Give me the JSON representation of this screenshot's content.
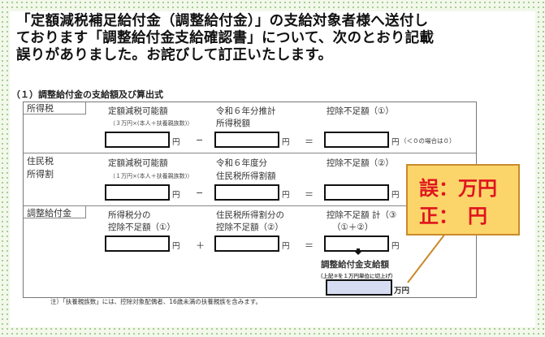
{
  "headline": {
    "line1": "「定額減税補足給付金（調整給付金）」の支給対象者様へ送付し",
    "line2": "ております「調整給付金支給確認書」について、次のとおり記載",
    "line3": "誤りがありました。お詫びして訂正いたします。"
  },
  "section_title": "（１）調整給付金の支給額及び算出式",
  "rows": {
    "income_tax": {
      "label": "所得税",
      "col1_label": "定額減税可能額",
      "col1_sub": "（３万円×(本人＋扶養親族数)）",
      "col2_label1": "令和６年分推計",
      "col2_label2": "所得税額",
      "col3_label": "控除不足額（①）",
      "unit": "円",
      "minus": "−",
      "equals": "＝",
      "note": "（＜０の場合は０）"
    },
    "resident_tax": {
      "label1": "住民税",
      "label2": "所得割",
      "col1_label": "定額減税可能額",
      "col1_sub": "（１万円×(本人＋扶養親族数)）",
      "col2_label1": "令和６年度分",
      "col2_label2": "住民税所得割額",
      "col3_label": "控除不足額（②）",
      "unit": "円",
      "minus": "−",
      "equals": "＝"
    },
    "adjust": {
      "label": "調整給付金",
      "col1_label1": "所得税分の",
      "col1_label2": "控除不足額（①）",
      "col2_label1": "住民税所得割分の",
      "col2_label2": "控除不足額（②）",
      "col3_label1": "控除不足額 計（③",
      "col3_label2": "（①＋②）",
      "unit": "円",
      "plus": "＋",
      "equals": "＝",
      "total_title": "調整給付金支給額",
      "total_sub": "（上記③を１万円単位に切上げ）",
      "total_unit": "万円"
    }
  },
  "footnote": "注）「扶養親族数」には、控除対象配偶者、16歳未満の扶養親族を含みます。",
  "callout": {
    "wrong": "誤：万円",
    "correct": "正：　円"
  },
  "colors": {
    "callout_bg": "#fbd56a",
    "callout_text": "#e0141e",
    "total_box": "#d6ddf2"
  }
}
